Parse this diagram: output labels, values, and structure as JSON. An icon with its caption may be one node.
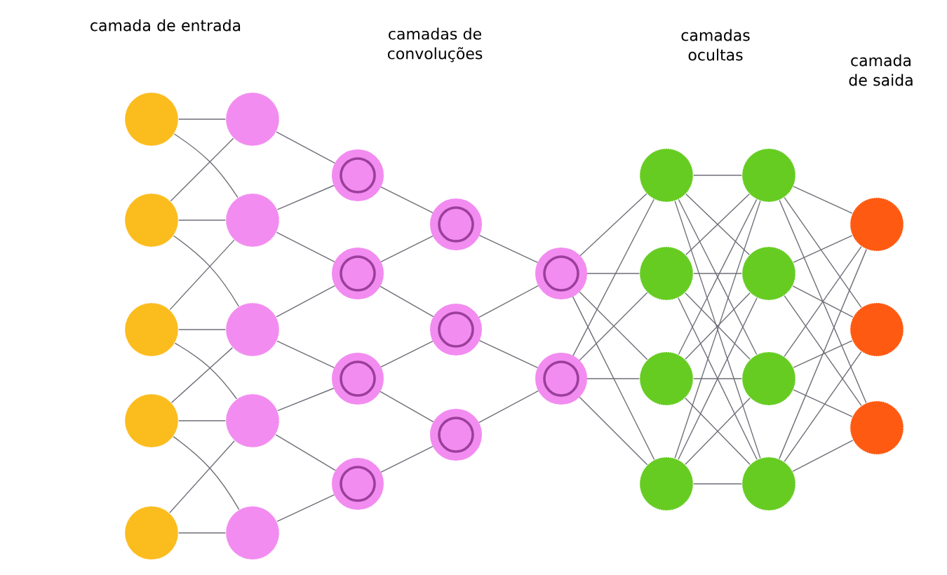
{
  "diagram": {
    "nodes": [
      {
        "text": [],
        "shape": "circle"
      },
      {
        "text": [],
        "shape": "circle"
      },
      {
        "text": [],
        "shape": "circle"
      },
      {
        "text": [],
        "shape": "circle"
      },
      {
        "text": [],
        "shape": "circle"
      },
      {
        "text": [],
        "shape": "circle"
      },
      {
        "text": [],
        "shape": "circle"
      },
      {
        "text": [],
        "shape": "circle"
      },
      {
        "text": [],
        "shape": "circle"
      },
      {
        "text": [],
        "shape": "circle"
      },
      {
        "text": [],
        "shape": "circle"
      },
      {
        "text": [],
        "shape": "circle"
      },
      {
        "text": [],
        "shape": "circle"
      },
      {
        "text": [],
        "shape": "circle"
      },
      {
        "text": [],
        "shape": "circle"
      },
      {
        "text": [],
        "shape": "circle"
      },
      {
        "text": [],
        "shape": "circle"
      },
      {
        "text": [],
        "shape": "circle"
      },
      {
        "text": [],
        "shape": "circle"
      },
      {
        "text": [],
        "shape": "circle"
      },
      {
        "text": [],
        "shape": "circle"
      },
      {
        "text": [],
        "shape": "circle"
      },
      {
        "text": [],
        "shape": "circle"
      },
      {
        "text": [],
        "shape": "circle"
      },
      {
        "text": [],
        "shape": "circle"
      },
      {
        "text": [],
        "shape": "circle"
      },
      {
        "text": [],
        "shape": "circle"
      },
      {
        "text": [],
        "shape": "circle"
      },
      {
        "text": [],
        "shape": "circle"
      },
      {
        "text": [],
        "shape": "circle"
      }
    ],
    "edges": [
      {
        "from": 0,
        "to": 5,
        "arrow": "none"
      },
      {
        "from": 0,
        "to": 6,
        "arrow": "none"
      },
      {
        "from": 1,
        "to": 5,
        "arrow": "none"
      },
      {
        "from": 1,
        "to": 6,
        "arrow": "none"
      },
      {
        "from": 1,
        "to": 7,
        "arrow": "none"
      },
      {
        "from": 2,
        "to": 6,
        "arrow": "none"
      },
      {
        "from": 2,
        "to": 7,
        "arrow": "none"
      },
      {
        "from": 2,
        "to": 8,
        "arrow": "none"
      },
      {
        "from": 3,
        "to": 7,
        "arrow": "none"
      },
      {
        "from": 3,
        "to": 8,
        "arrow": "none"
      },
      {
        "from": 3,
        "to": 9,
        "arrow": "none"
      },
      {
        "from": 4,
        "to": 8,
        "arrow": "none"
      },
      {
        "from": 4,
        "to": 9,
        "arrow": "none"
      },
      {
        "from": 5,
        "to": 10,
        "arrow": "none"
      },
      {
        "from": 6,
        "to": 10,
        "arrow": "none"
      },
      {
        "from": 6,
        "to": 11,
        "arrow": "none"
      },
      {
        "from": 7,
        "to": 11,
        "arrow": "none"
      },
      {
        "from": 7,
        "to": 12,
        "arrow": "none"
      },
      {
        "from": 8,
        "to": 12,
        "arrow": "none"
      },
      {
        "from": 8,
        "to": 13,
        "arrow": "none"
      },
      {
        "from": 9,
        "to": 13,
        "arrow": "none"
      },
      {
        "from": 10,
        "to": 14,
        "arrow": "none"
      },
      {
        "from": 11,
        "to": 14,
        "arrow": "none"
      },
      {
        "from": 11,
        "to": 15,
        "arrow": "none"
      },
      {
        "from": 12,
        "to": 15,
        "arrow": "none"
      },
      {
        "from": 12,
        "to": 16,
        "arrow": "none"
      },
      {
        "from": 13,
        "to": 16,
        "arrow": "none"
      },
      {
        "from": 14,
        "to": 17,
        "arrow": "none"
      },
      {
        "from": 15,
        "to": 17,
        "arrow": "none"
      },
      {
        "from": 15,
        "to": 18,
        "arrow": "none"
      },
      {
        "from": 16,
        "to": 18,
        "arrow": "none"
      },
      {
        "from": 17,
        "to": 19,
        "arrow": "none"
      },
      {
        "from": 17,
        "to": 20,
        "arrow": "none"
      },
      {
        "from": 17,
        "to": 21,
        "arrow": "none"
      },
      {
        "from": 17,
        "to": 22,
        "arrow": "none"
      },
      {
        "from": 18,
        "to": 19,
        "arrow": "none"
      },
      {
        "from": 18,
        "to": 20,
        "arrow": "none"
      },
      {
        "from": 18,
        "to": 21,
        "arrow": "none"
      },
      {
        "from": 18,
        "to": 22,
        "arrow": "none"
      },
      {
        "from": 19,
        "to": 23,
        "arrow": "none"
      },
      {
        "from": 19,
        "to": 24,
        "arrow": "none"
      },
      {
        "from": 19,
        "to": 25,
        "arrow": "none"
      },
      {
        "from": 19,
        "to": 26,
        "arrow": "none"
      },
      {
        "from": 20,
        "to": 23,
        "arrow": "none"
      },
      {
        "from": 20,
        "to": 24,
        "arrow": "none"
      },
      {
        "from": 20,
        "to": 25,
        "arrow": "none"
      },
      {
        "from": 20,
        "to": 26,
        "arrow": "none"
      },
      {
        "from": 21,
        "to": 23,
        "arrow": "none"
      },
      {
        "from": 21,
        "to": 24,
        "arrow": "none"
      },
      {
        "from": 21,
        "to": 25,
        "arrow": "none"
      },
      {
        "from": 21,
        "to": 26,
        "arrow": "none"
      },
      {
        "from": 22,
        "to": 23,
        "arrow": "none"
      },
      {
        "from": 22,
        "to": 24,
        "arrow": "none"
      },
      {
        "from": 22,
        "to": 25,
        "arrow": "none"
      },
      {
        "from": 22,
        "to": 26,
        "arrow": "none"
      },
      {
        "from": 23,
        "to": 27,
        "arrow": "none"
      },
      {
        "from": 23,
        "to": 28,
        "arrow": "none"
      },
      {
        "from": 23,
        "to": 29,
        "arrow": "none"
      },
      {
        "from": 24,
        "to": 27,
        "arrow": "none"
      },
      {
        "from": 24,
        "to": 28,
        "arrow": "none"
      },
      {
        "from": 24,
        "to": 29,
        "arrow": "none"
      },
      {
        "from": 25,
        "to": 27,
        "arrow": "none"
      },
      {
        "from": 25,
        "to": 28,
        "arrow": "none"
      },
      {
        "from": 25,
        "to": 29,
        "arrow": "none"
      },
      {
        "from": 26,
        "to": 27,
        "arrow": "none"
      },
      {
        "from": 26,
        "to": 28,
        "arrow": "none"
      },
      {
        "from": 26,
        "to": 29,
        "arrow": "none"
      }
    ],
    "labels": [
      "camada de entrada",
      "camadas de convoluções",
      "camadas ocultas",
      "camada de saida"
    ]
  }
}
